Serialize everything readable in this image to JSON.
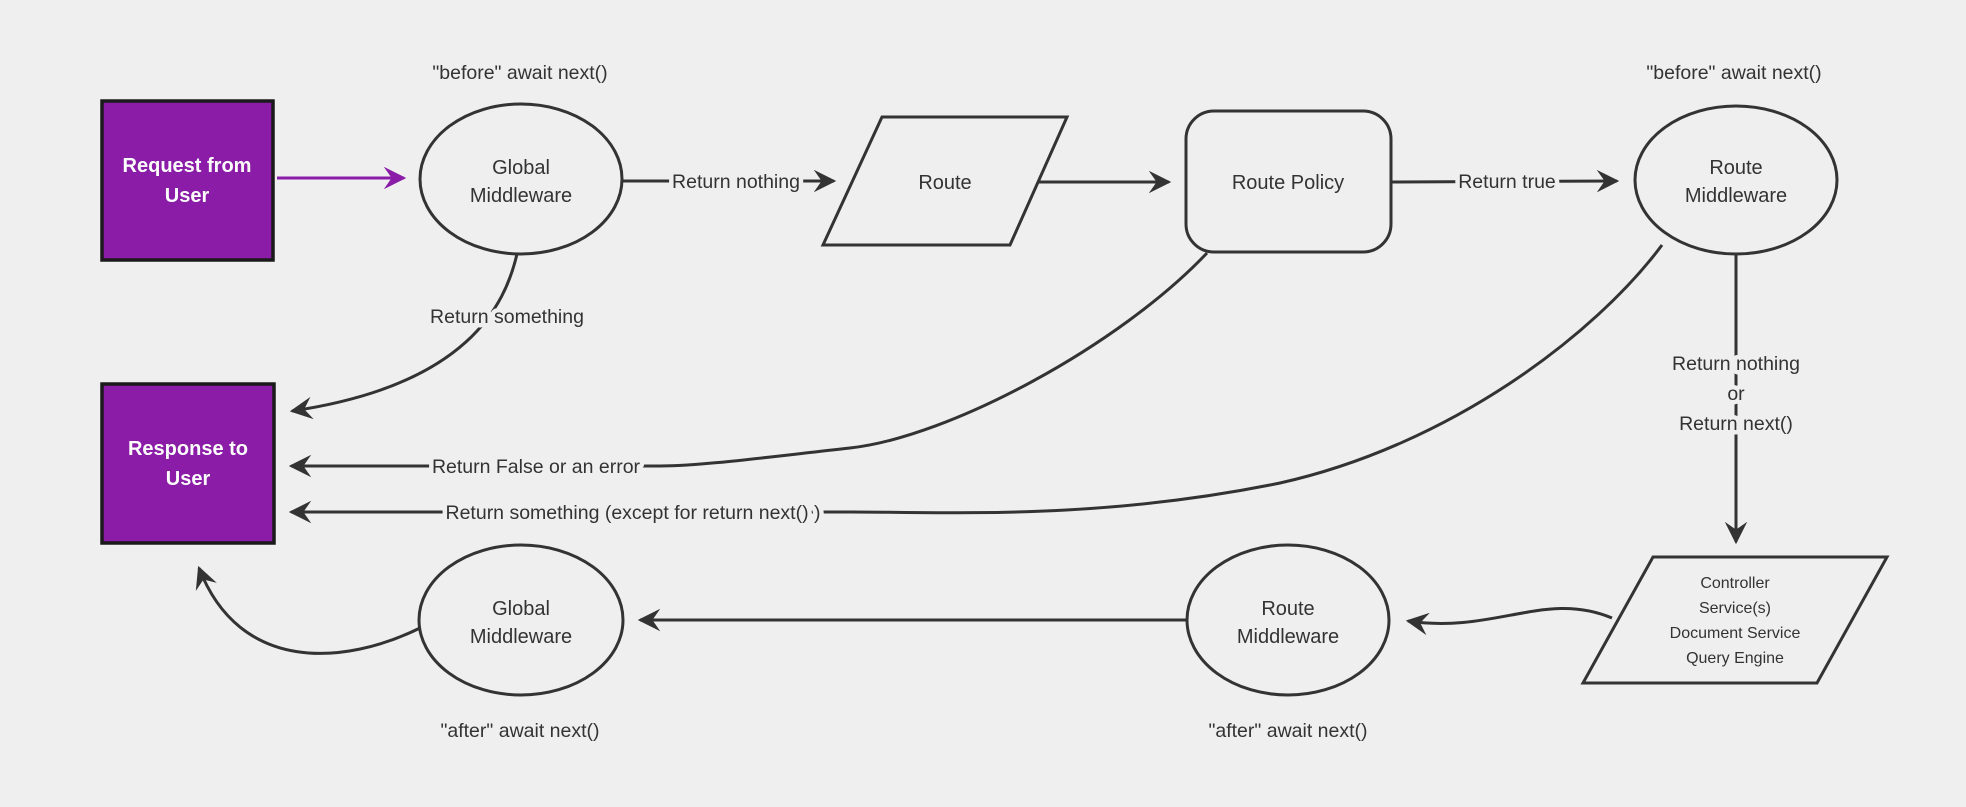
{
  "diagram": {
    "background_color": "#efefef",
    "line_color": "#333333",
    "accent_purple": "#8a1ca8",
    "nodes": {
      "request_from_user": {
        "line1": "Request from",
        "line2": "User"
      },
      "response_to_user": {
        "line1": "Response to",
        "line2": "User"
      },
      "global_middleware_top": {
        "line1": "Global",
        "line2": "Middleware"
      },
      "route": {
        "label": "Route"
      },
      "route_policy": {
        "label": "Route Policy"
      },
      "route_middleware_top": {
        "line1": "Route",
        "line2": "Middleware"
      },
      "controller_stack": {
        "line1": "Controller",
        "line2": "Service(s)",
        "line3": "Document Service",
        "line4": "Query Engine"
      },
      "route_middleware_bottom": {
        "line1": "Route",
        "line2": "Middleware"
      },
      "global_middleware_bottom": {
        "line1": "Global",
        "line2": "Middleware"
      }
    },
    "edge_labels": {
      "before_await_next_global": "\"before\" await next()",
      "before_await_next_route": "\"before\" await next()",
      "after_await_next_route": "\"after\" await next()",
      "after_await_next_global": "\"after\" await next()",
      "return_nothing": "Return nothing",
      "return_true": "Return true",
      "return_something": "Return something",
      "return_false_or_error": "Return False or an error",
      "return_something_except": "Return something (except for return next() )",
      "return_nothing_or_1": "Return nothing",
      "return_nothing_or_2": "or",
      "return_nothing_or_3": "Return next()"
    }
  }
}
